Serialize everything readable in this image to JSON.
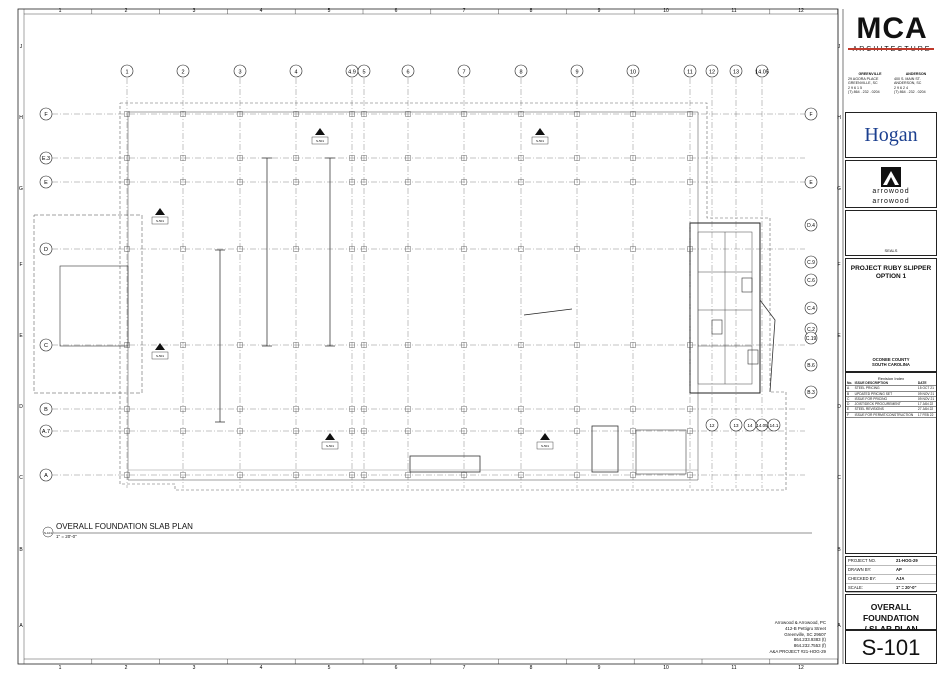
{
  "plan": {
    "title": "OVERALL FOUNDATION SLAB PLAN",
    "scale": "1\" = 20'-0\"",
    "view_tag": "S-101"
  },
  "grid": {
    "columns": [
      "1",
      "2",
      "3",
      "4",
      "4.9",
      "5",
      "6",
      "7",
      "8",
      "9",
      "10",
      "11",
      "12",
      "13",
      "14.05"
    ],
    "rows": [
      "F",
      "E.3",
      "E",
      "D",
      "C",
      "B",
      "A.7",
      "A"
    ],
    "rows_right": [
      "F",
      "E",
      "D.4",
      "C.9",
      "C.6",
      "C.4",
      "C.2",
      "C.19",
      "B.6",
      "B.3"
    ],
    "bottom_columns": [
      "12",
      "13",
      "14",
      "14.05",
      "14.1"
    ]
  },
  "border": {
    "col_labels": [
      "1",
      "2",
      "3",
      "4",
      "5",
      "6",
      "7",
      "8",
      "9",
      "10",
      "11",
      "12"
    ],
    "row_labels": [
      "J",
      "H",
      "G",
      "F",
      "E",
      "D",
      "C",
      "B",
      "A"
    ]
  },
  "title_block": {
    "logo": "MCA",
    "logo_sub": "ARCHITECTURE",
    "offices": [
      {
        "city": "GREENVILLE",
        "lines": [
          "29 AGORA PLACE",
          "GREENVILLE, SC",
          "2  9  6  1  5",
          "(T) 864 . 232 . 0204"
        ]
      },
      {
        "city": "ANDERSON",
        "lines": [
          "400 S. MAIN ST.",
          "ANDERSON, SC",
          "2  9  6  2  4",
          "(T) 864 . 232 . 0204"
        ]
      }
    ],
    "client": "Hogan",
    "consultant_line1": "arrowood",
    "consultant_line2": "arrowood",
    "seals_label": "SEALS",
    "project_name_1": "PROJECT RUBY SLIPPER",
    "project_name_2": "OPTION 1",
    "location_1": "OCONEE COUNTY",
    "location_2": "SOUTH CAROLINA",
    "revision_title": "Revision Index",
    "revision_headers": [
      "No.",
      "ISSUE DESCRIPTION",
      "DATE"
    ],
    "revisions": [
      [
        "A",
        "STEEL PRICING",
        "15 OCT 21"
      ],
      [
        "B",
        "UPDATED PRICING SET",
        "09 NOV 21"
      ],
      [
        "C",
        "ISSUE FOR PRICING",
        "09 NOV 21"
      ],
      [
        "D",
        "JOIST/DECK PROCUREMENT",
        "17 JAN 22"
      ],
      [
        "E",
        "STEEL REVISIONS",
        "27 JAN 22"
      ],
      [
        "F",
        "ISSUE FOR PERMIT/CONSTRUCTION",
        "17 FEB 22"
      ]
    ],
    "info": [
      {
        "k": "PROJECT NO.",
        "v": "21-HOG-29"
      },
      {
        "k": "DRAWN BY:",
        "v": "AP"
      },
      {
        "k": "CHECKED BY:",
        "v": "AJA"
      },
      {
        "k": "SCALE:",
        "v": "1\" = 20'-0\""
      }
    ],
    "sheet_title_1": "OVERALL FOUNDATION",
    "sheet_title_2": "/ SLAB PLAN",
    "sheet_number": "S-101"
  },
  "firm_block": [
    "Arrowood & Arrowood, PC",
    "412-B Pettigru Street",
    "Greenville, SC 29607",
    "864.233.9383 (t)",
    "864.232.7553 (f)",
    "A&A PROJECT #21-HOG-29"
  ],
  "section_tags": [
    "S-501",
    "S-501",
    "S-501",
    "S-501",
    "S-501",
    "S-501"
  ],
  "colors": {
    "accent": "#c0392b",
    "client_blue": "#1b3f8f",
    "line": "#222222",
    "grid_dash": "#555555"
  }
}
